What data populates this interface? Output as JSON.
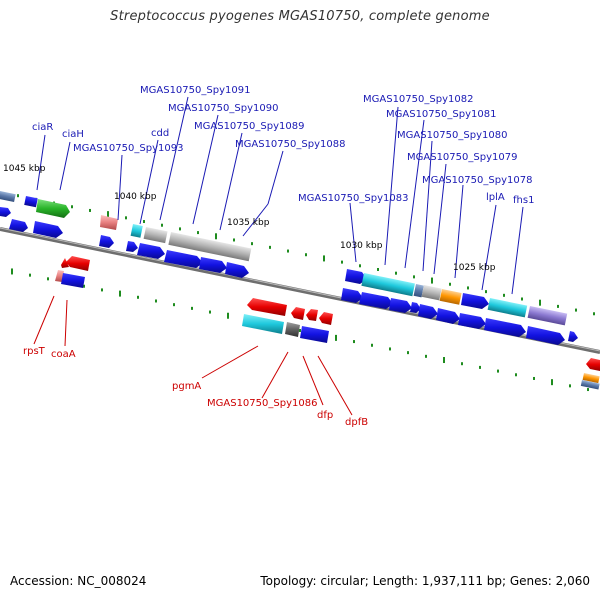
{
  "title": "Streptococcus pyogenes MGAS10750, complete genome",
  "footer": {
    "accession": "Accession: NC_008024",
    "summary": "Topology: circular; Length: 1,937,111 bp; Genes: 2,060"
  },
  "colors": {
    "forward_label": "#1a1ab4",
    "reverse_label": "#cc0000",
    "backbone": "#7a7a7a",
    "gene_blue": "#1414e6",
    "gene_cyan": "#1ec8dc",
    "gene_grey": "#b4b4b4",
    "gene_red": "#e60000",
    "gene_green": "#28b428",
    "gene_orange": "#ff9600",
    "gene_lavender": "#8a78d0",
    "tick_green": "#1e8c1e"
  },
  "scale_labels": [
    "1045 kbp",
    "1040 kbp",
    "1035 kbp",
    "1030 kbp",
    "1025 kbp"
  ],
  "forward_labels": [
    "ciaR",
    "ciaH",
    "MGAS10750_Spy1093",
    "cdd",
    "MGAS10750_Spy1091",
    "MGAS10750_Spy1090",
    "MGAS10750_Spy1089",
    "MGAS10750_Spy1088",
    "MGAS10750_Spy1083",
    "MGAS10750_Spy1082",
    "MGAS10750_Spy1081",
    "MGAS10750_Spy1080",
    "MGAS10750_Spy1079",
    "MGAS10750_Spy1078",
    "lplA",
    "fhs1"
  ],
  "reverse_labels": [
    "rpsT",
    "coaA",
    "pgmA",
    "MGAS10750_Spy1086",
    "dfp",
    "dpfB"
  ]
}
